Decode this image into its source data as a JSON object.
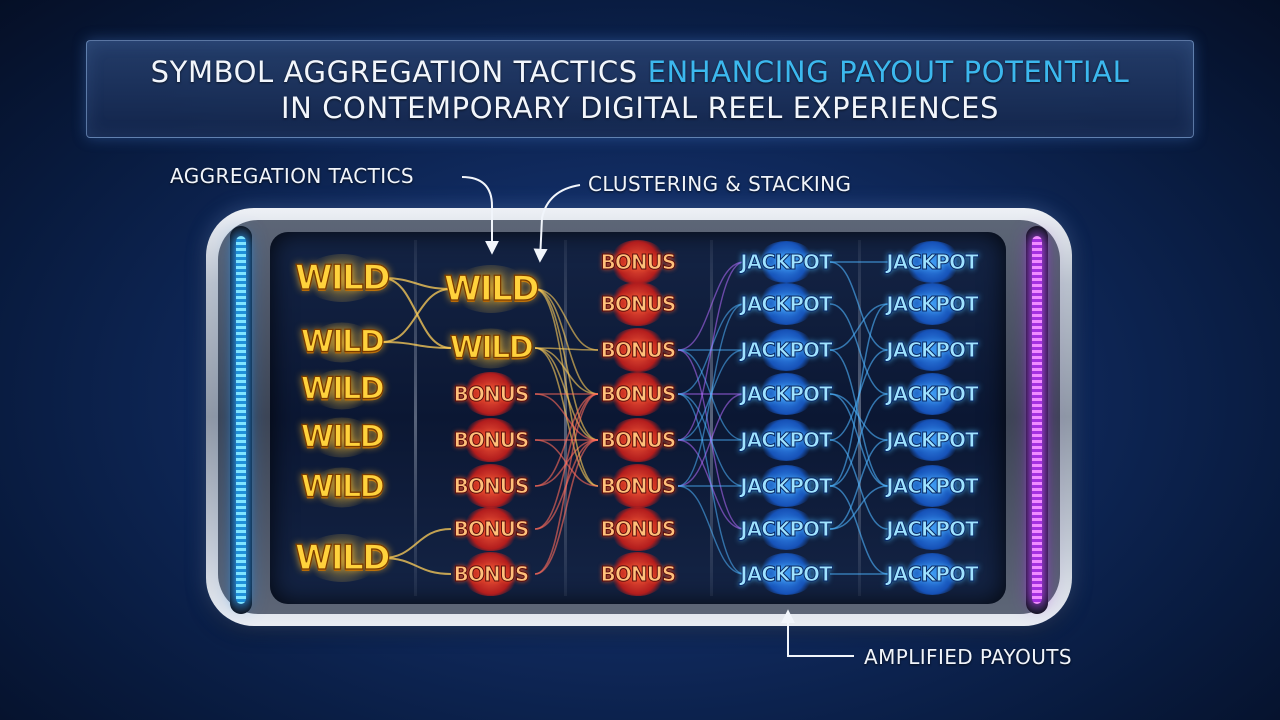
{
  "title": {
    "part1": "SYMBOL AGGREGATION TACTICS ",
    "highlight": "ENHANCING PAYOUT POTENTIAL",
    "line2": "IN CONTEMPORARY DIGITAL REEL EXPERIENCES"
  },
  "callouts": {
    "aggregation": "AGGREGATION TACTICS",
    "clustering": "CLUSTERING & STACKING",
    "amplified": "AMPLIFIED PAYOUTS"
  },
  "colors": {
    "wild": "#ffd23c",
    "bonus": "#d62a20",
    "jackpot": "#2a7be0",
    "left_glow": "#2ba8ff",
    "right_glow": "#c445ff",
    "title_highlight": "#3cb8ee"
  },
  "reels": [
    {
      "name": "reel-1",
      "symbols": [
        "WILD",
        "WILD",
        "WILD",
        "WILD",
        "WILD",
        "WILD"
      ]
    },
    {
      "name": "reel-2",
      "symbols": [
        "WILD",
        "WILD",
        "BONUS",
        "BONUS",
        "BONUS",
        "BONUS",
        "BONUS"
      ]
    },
    {
      "name": "reel-3",
      "symbols": [
        "BONUS",
        "BONUS",
        "BONUS",
        "BONUS",
        "BONUS",
        "BONUS",
        "BONUS",
        "BONUS"
      ]
    },
    {
      "name": "reel-4",
      "symbols": [
        "JACKPOT",
        "JACKPOT",
        "JACKPOT",
        "JACKPOT",
        "JACKPOT",
        "JACKPOT",
        "JACKPOT",
        "JACKPOT"
      ]
    },
    {
      "name": "reel-5",
      "symbols": [
        "JACKPOT",
        "JACKPOT",
        "JACKPOT",
        "JACKPOT",
        "JACKPOT",
        "JACKPOT",
        "JACKPOT",
        "JACKPOT"
      ]
    }
  ]
}
